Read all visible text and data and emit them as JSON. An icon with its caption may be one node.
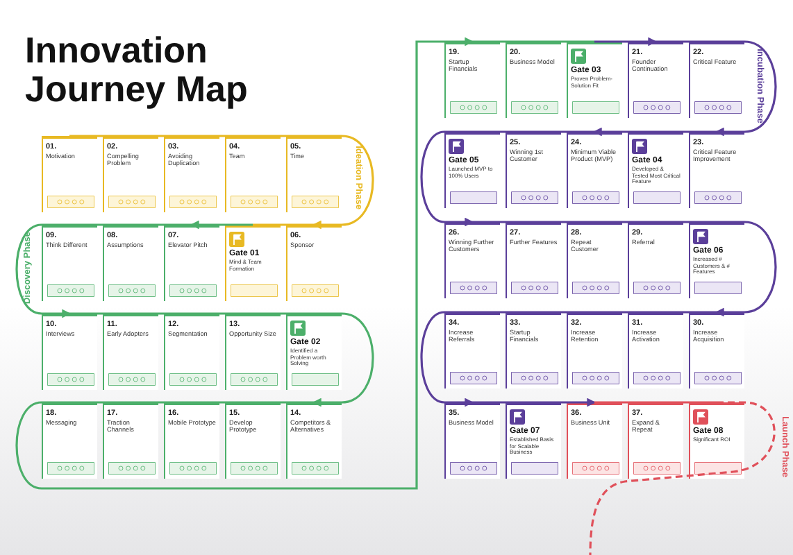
{
  "diagram": {
    "title": "Innovation Journey Map",
    "nodes": [
      {
        "text": [
          "01.",
          "Motivation"
        ]
      },
      {
        "text": [
          "02.",
          "Compelling Problem"
        ]
      },
      {
        "text": [
          "03.",
          "Avoiding Duplication"
        ]
      },
      {
        "text": [
          "04.",
          "Team"
        ]
      },
      {
        "text": [
          "05.",
          "Time"
        ]
      },
      {
        "text": [
          "06.",
          "Sponsor"
        ]
      },
      {
        "text": [
          "Gate 01",
          "Mind & Team Formation"
        ]
      },
      {
        "text": [
          "07.",
          "Elevator Pitch"
        ]
      },
      {
        "text": [
          "08.",
          "Assumptions"
        ]
      },
      {
        "text": [
          "09.",
          "Think Different"
        ]
      },
      {
        "text": [
          "10.",
          "Interviews"
        ]
      },
      {
        "text": [
          "11.",
          "Early Adopters"
        ]
      },
      {
        "text": [
          "12.",
          "Segmentation"
        ]
      },
      {
        "text": [
          "13.",
          "Opportunity Size"
        ]
      },
      {
        "text": [
          "Gate 02",
          "Identified a Problem worth Solving"
        ]
      },
      {
        "text": [
          "14.",
          "Competitors & Alternatives"
        ]
      },
      {
        "text": [
          "15.",
          "Develop Prototype"
        ]
      },
      {
        "text": [
          "16.",
          "Mobile Prototype"
        ]
      },
      {
        "text": [
          "17.",
          "Traction Channels"
        ]
      },
      {
        "text": [
          "18.",
          "Messaging"
        ]
      },
      {
        "text": [
          "19.",
          "Startup Financials"
        ]
      },
      {
        "text": [
          "20.",
          "Business Model"
        ]
      },
      {
        "text": [
          "Gate 03",
          "Proven Problem-Solution Fit"
        ]
      },
      {
        "text": [
          "21.",
          "Founder Continuation"
        ]
      },
      {
        "text": [
          "22.",
          "Critical Feature"
        ]
      },
      {
        "text": [
          "23.",
          "Critical Feature Improvement"
        ]
      },
      {
        "text": [
          "Gate 04",
          "Developed & Tested Most Critical Feature"
        ]
      },
      {
        "text": [
          "24.",
          "Minimum Viable Product (MVP)"
        ]
      },
      {
        "text": [
          "25.",
          "Winning 1st Customer"
        ]
      },
      {
        "text": [
          "Gate 05",
          "Launched MVP to 100% Users"
        ]
      },
      {
        "text": [
          "26.",
          "Winning Further Customers"
        ]
      },
      {
        "text": [
          "27.",
          "Further Features"
        ]
      },
      {
        "text": [
          "28.",
          "Repeat Customer"
        ]
      },
      {
        "text": [
          "29.",
          "Referral"
        ]
      },
      {
        "text": [
          "Gate 06",
          "Increased # Customers & # Features"
        ]
      },
      {
        "text": [
          "30.",
          "Increase Acquisition"
        ]
      },
      {
        "text": [
          "31.",
          "Increase Activation"
        ]
      },
      {
        "text": [
          "32.",
          "Increase Retention"
        ]
      },
      {
        "text": [
          "33.",
          "Startup Financials"
        ]
      },
      {
        "text": [
          "34.",
          "Increase Referrals"
        ]
      },
      {
        "text": [
          "35.",
          "Business Model"
        ]
      },
      {
        "text": [
          "Gate 07",
          "Established Basis for Scalable Business"
        ]
      },
      {
        "text": [
          "36.",
          "Business Unit"
        ]
      },
      {
        "text": [
          "37.",
          "Expand & Repeat"
        ]
      },
      {
        "text": [
          "Gate 08",
          "Significant ROI"
        ]
      }
    ],
    "edges": [
      {
        "from": 0,
        "to": 1,
        "arrow": "none",
        "color": "#e8b923"
      },
      {
        "from": 1,
        "to": 2,
        "arrow": "none",
        "color": "#e8b923"
      },
      {
        "from": 2,
        "to": 3,
        "arrow": "none",
        "color": "#e8b923"
      },
      {
        "from": 3,
        "to": 4,
        "arrow": "none",
        "color": "#e8b923"
      },
      {
        "from": 4,
        "to": 5,
        "arrow": "to",
        "color": "#e8b923"
      },
      {
        "from": 5,
        "to": 6,
        "arrow": "none",
        "color": "#e8b923"
      },
      {
        "from": 6,
        "to": 7,
        "arrow": "to",
        "color": "#4caf6a"
      },
      {
        "from": 7,
        "to": 8,
        "arrow": "none",
        "color": "#4caf6a"
      },
      {
        "from": 8,
        "to": 9,
        "arrow": "none",
        "color": "#4caf6a"
      },
      {
        "from": 9,
        "to": 10,
        "arrow": "to",
        "color": "#4caf6a"
      },
      {
        "from": 10,
        "to": 11,
        "arrow": "none",
        "color": "#4caf6a"
      },
      {
        "from": 11,
        "to": 12,
        "arrow": "none",
        "color": "#4caf6a"
      },
      {
        "from": 12,
        "to": 13,
        "arrow": "none",
        "color": "#4caf6a"
      },
      {
        "from": 13,
        "to": 14,
        "arrow": "none",
        "color": "#4caf6a"
      },
      {
        "from": 14,
        "to": 15,
        "arrow": "to",
        "color": "#4caf6a"
      },
      {
        "from": 15,
        "to": 16,
        "arrow": "none",
        "color": "#4caf6a"
      },
      {
        "from": 16,
        "to": 17,
        "arrow": "none",
        "color": "#4caf6a"
      },
      {
        "from": 17,
        "to": 18,
        "arrow": "none",
        "color": "#4caf6a"
      },
      {
        "from": 18,
        "to": 19,
        "arrow": "none",
        "color": "#4caf6a"
      },
      {
        "from": 19,
        "to": 20,
        "arrow": "to",
        "color": "#4caf6a"
      },
      {
        "from": 20,
        "to": 21,
        "arrow": "none",
        "color": "#4caf6a"
      },
      {
        "from": 21,
        "to": 22,
        "arrow": "none",
        "color": "#4caf6a"
      },
      {
        "from": 22,
        "to": 23,
        "arrow": "to"
      },
      {
        "from": 23,
        "to": 24,
        "arrow": "none"
      },
      {
        "from": 24,
        "to": 25,
        "arrow": "to"
      },
      {
        "from": 25,
        "to": 26,
        "arrow": "none"
      },
      {
        "from": 26,
        "to": 27,
        "arrow": "to"
      },
      {
        "from": 27,
        "to": 28,
        "arrow": "none"
      },
      {
        "from": 28,
        "to": 29,
        "arrow": "none"
      },
      {
        "from": 29,
        "to": 30,
        "arrow": "to"
      },
      {
        "from": 30,
        "to": 31,
        "arrow": "none"
      },
      {
        "from": 31,
        "to": 32,
        "arrow": "none"
      },
      {
        "from": 32,
        "to": 33,
        "arrow": "none"
      },
      {
        "from": 33,
        "to": 34,
        "arrow": "none"
      },
      {
        "from": 34,
        "to": 35,
        "arrow": "to"
      },
      {
        "from": 35,
        "to": 36,
        "arrow": "none"
      },
      {
        "from": 36,
        "to": 37,
        "arrow": "none"
      },
      {
        "from": 37,
        "to": 38,
        "arrow": "none"
      },
      {
        "from": 38,
        "to": 39,
        "arrow": "none"
      },
      {
        "from": 39,
        "to": 40,
        "arrow": "to"
      },
      {
        "from": 40,
        "to": 41,
        "arrow": "none"
      },
      {
        "from": 41,
        "to": 42,
        "arrow": "to"
      },
      {
        "from": 42,
        "to": 43,
        "arrow": "none",
        "color": "#e0505a"
      },
      {
        "from": 43,
        "to": 44,
        "arrow": "none",
        "color": "#e0505a"
      },
      {
        "from": 44,
        "to": null,
        "arrow": "none",
        "style": "dashed",
        "color": "#e0505a"
      }
    ],
    "labels": [
      "Ideation Phase",
      "Discovery Phase",
      "Incubation Phase",
      "Launch Phase"
    ]
  }
}
